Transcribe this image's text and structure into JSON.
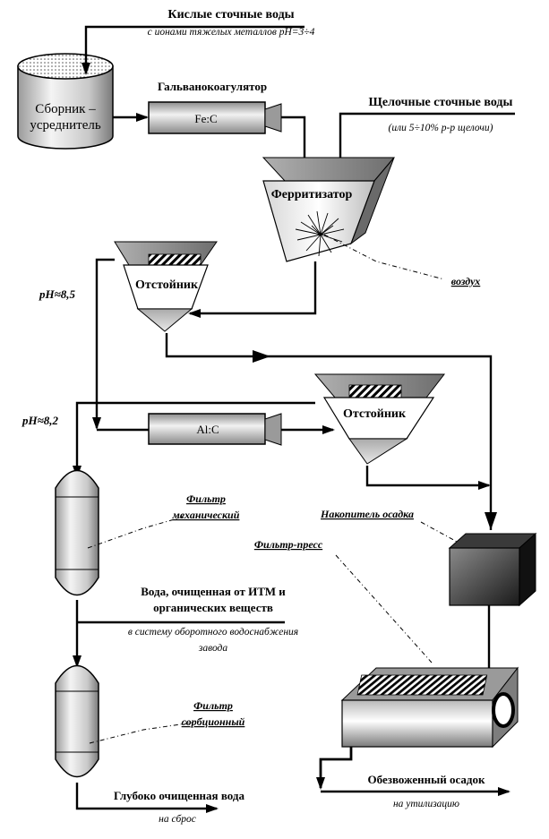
{
  "labels": {
    "acid_water": "Кислые сточные воды",
    "acid_water_note": "с ионами тяжелых металлов pH=3÷4",
    "collector": [
      "Сборник –",
      "усреднитель"
    ],
    "galvanocoagulator": "Гальванокоагулятор",
    "fec": "Fe:C",
    "alkaline_water": "Щелочные сточные воды",
    "alkaline_note": "(или 5÷10% р-р щелочи)",
    "ferritizer": "Ферритизатор",
    "air": "воздух",
    "ph1": "pH≈8,5",
    "settler1": "Отстойник",
    "ph2": "pH≈8,2",
    "alc": "Al:C",
    "settler2": "Отстойник",
    "filter_mech": [
      "Фильтр",
      "механический"
    ],
    "sludge_accum": "Накопитель осадка",
    "filter_press": "Фильтр-пресс",
    "clean_water": [
      "Вода, очищенная от ИТМ и",
      "органических веществ"
    ],
    "recycle": [
      "в систему оборотного водоснабжения",
      "завода"
    ],
    "filter_sorb": [
      "Фильтр",
      "сорбционный"
    ],
    "deep_clean": "Глубоко очищенная вода",
    "discharge": "на сброс",
    "dewatered": "Обезвоженный осадок",
    "utilization": "на утилизацию"
  }
}
